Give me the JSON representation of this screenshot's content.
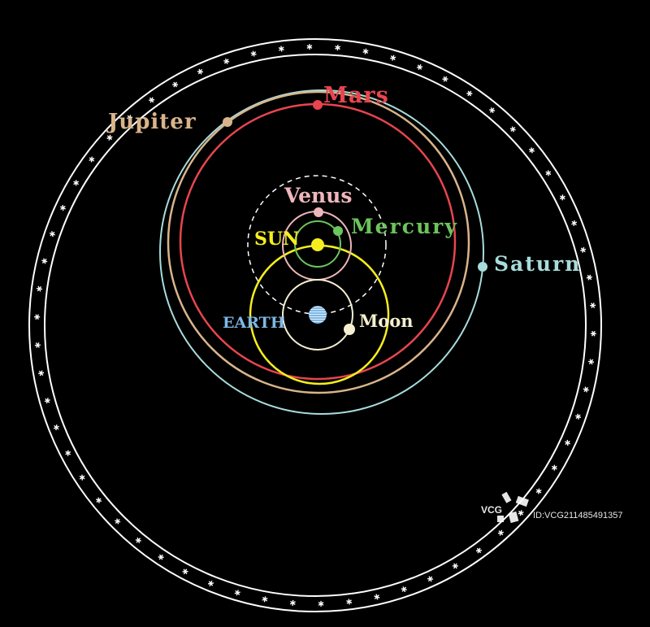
{
  "labels": {
    "jupiter": "Jupiter",
    "mars": "Mars",
    "venus": "Venus",
    "mercury": "Mercury",
    "sun": "SUN",
    "saturn": "Saturn",
    "earth": "EARTH",
    "moon": "Moon"
  },
  "colors": {
    "background": "#000000",
    "mars": "#e8454f",
    "jupiter": "#d9b48a",
    "saturn": "#a8dcdc",
    "sun": "#f5ee1e",
    "venus": "#eeb6bb",
    "mercury": "#6cc45c",
    "earth": "#7fb8e6",
    "moon": "#f4efd0",
    "stars": "#ffffff"
  },
  "watermark": {
    "logo": "VCG",
    "id": "ID:VCG211485491357"
  }
}
